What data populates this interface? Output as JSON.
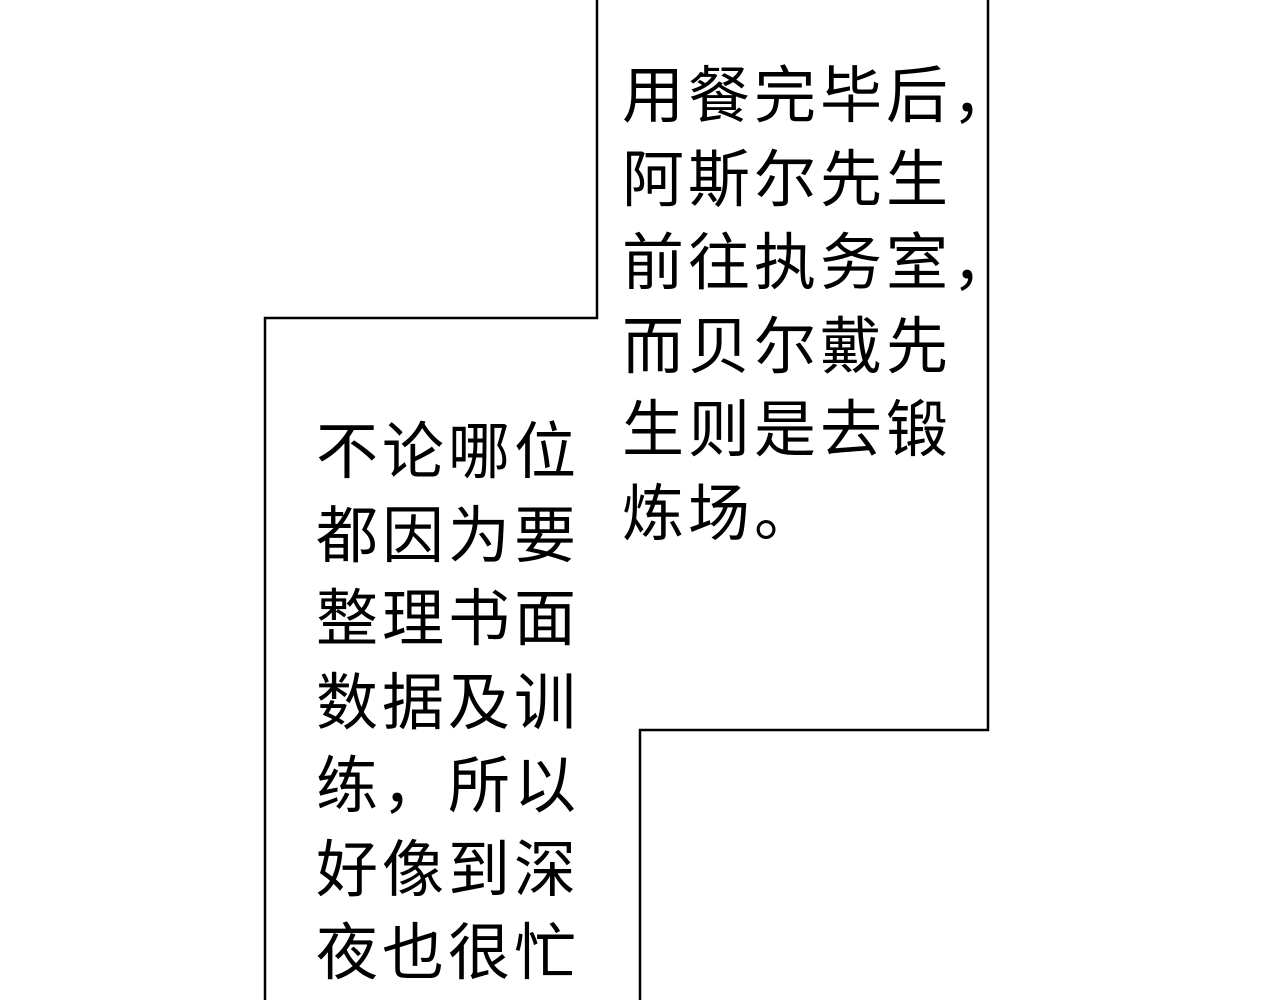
{
  "panels": {
    "right_caption": [
      "用餐完毕后，",
      "阿斯尔先生",
      "前往执务室，",
      "而贝尔戴先",
      "生则是去锻",
      "炼场。"
    ],
    "left_caption": [
      "不论哪位",
      "都因为要",
      "整理书面",
      "数据及训",
      "练，所以",
      "好像到深",
      "夜也很忙"
    ]
  },
  "colors": {
    "background": "#ffffff",
    "ink": "#000000"
  }
}
